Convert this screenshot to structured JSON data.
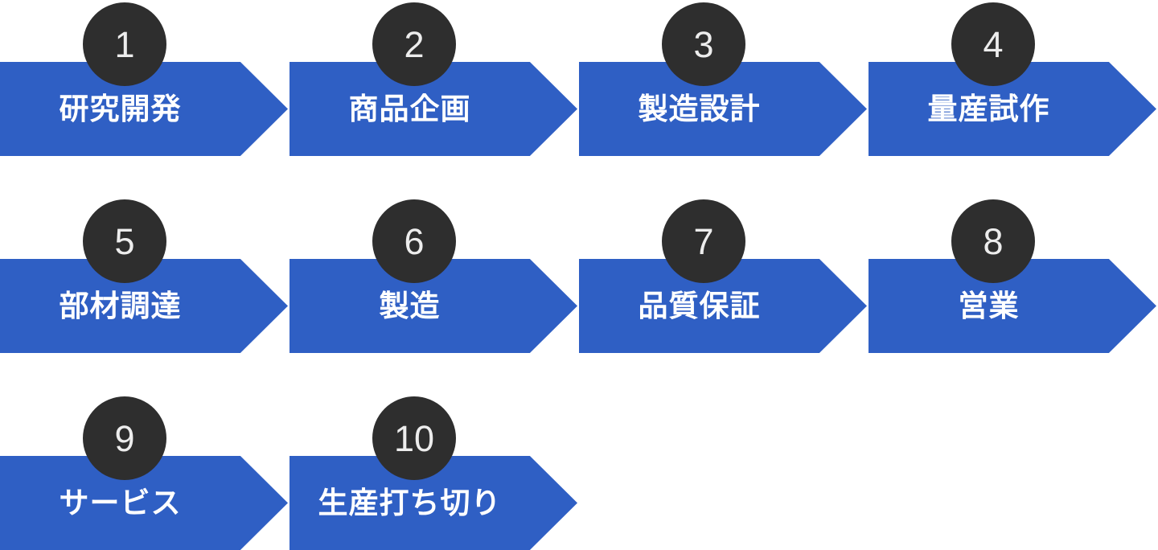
{
  "diagram": {
    "type": "process-flow",
    "direction": "left-to-right, wrapping rows",
    "colors": {
      "arrow_blue": "#2F5FC4",
      "circle_dark": "#2E2E2E",
      "label_text": "#FFFFFF",
      "number_text": "#EDEDED",
      "background": "#FFFFFF"
    },
    "steps": [
      {
        "number": "1",
        "label": "研究開発"
      },
      {
        "number": "2",
        "label": "商品企画"
      },
      {
        "number": "3",
        "label": "製造設計"
      },
      {
        "number": "4",
        "label": "量産試作"
      },
      {
        "number": "5",
        "label": "部材調達"
      },
      {
        "number": "6",
        "label": "製造"
      },
      {
        "number": "7",
        "label": "品質保証"
      },
      {
        "number": "8",
        "label": "営業"
      },
      {
        "number": "9",
        "label": "サービス"
      },
      {
        "number": "10",
        "label": "生産打ち切り"
      }
    ]
  }
}
